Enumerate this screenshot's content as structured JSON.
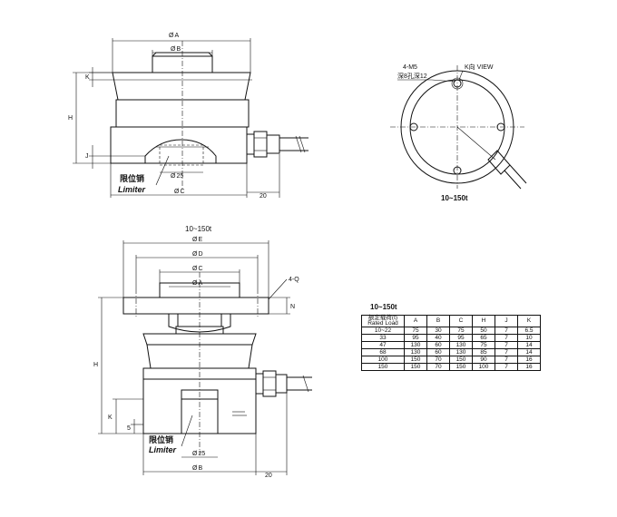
{
  "top_view": {
    "dim_a": "A",
    "dim_b": "B",
    "dim_c": "C",
    "dim_k": "K",
    "dim_h": "H",
    "dim_j": "J",
    "dim_25": "25",
    "dim_20": "20",
    "limiter_cn": "限位销",
    "limiter_en": "Limiter",
    "dia": "Ø"
  },
  "k_view": {
    "holes": "4-M5",
    "depth": "深8孔深12",
    "view": "K向 VIEW",
    "caption": "10~150t"
  },
  "lower_view": {
    "caption": "10~150t",
    "dim_e": "E",
    "dim_d": "D",
    "dim_c": "C",
    "dim_a": "A",
    "dim_b": "B",
    "dim_4q": "4-Q",
    "dim_n": "N",
    "dim_h": "H",
    "dim_k": "K",
    "dim_5": "5",
    "dim_25": "25",
    "dim_20": "20",
    "limiter_cn": "限位销",
    "limiter_en": "Limiter"
  },
  "spec_table": {
    "caption": "10~150t",
    "header_cn": "额定载荷(t)",
    "header_en": "Rated Load",
    "columns": [
      "A",
      "B",
      "C",
      "H",
      "J",
      "K"
    ],
    "rows": [
      [
        "10~22",
        "75",
        "30",
        "75",
        "50",
        "7",
        "6.5"
      ],
      [
        "33",
        "95",
        "40",
        "95",
        "65",
        "7",
        "10"
      ],
      [
        "47",
        "130",
        "60",
        "130",
        "75",
        "7",
        "14"
      ],
      [
        "68",
        "130",
        "60",
        "130",
        "85",
        "7",
        "14"
      ],
      [
        "100",
        "150",
        "70",
        "150",
        "90",
        "7",
        "16"
      ],
      [
        "150",
        "150",
        "70",
        "150",
        "100",
        "7",
        "16"
      ]
    ]
  }
}
